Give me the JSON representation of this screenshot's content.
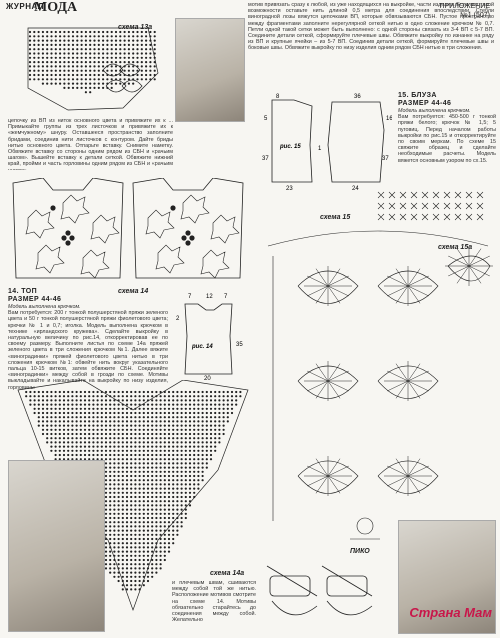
{
  "header": {
    "magazine_prefix": "ЖУРНАЛ",
    "magazine_logo": "МОДА",
    "supplement": "ПРИЛОЖЕНИЕ",
    "issue": "№1 (507)"
  },
  "labels": {
    "scheme_13a": "схема 13а",
    "scheme_14": "схема 14",
    "scheme_14a": "схема 14а",
    "scheme_15": "схема 15",
    "scheme_15a": "схема 15а",
    "fig_14": "рис. 14",
    "fig_15": "рис. 15",
    "piko": "ПИКО"
  },
  "texts": {
    "top_center": "мотив привязать сразу к любой, из уже находящихся на выкройке, части изделия. Если нет такой возможности оставьте нить длиной 0,5 метра для соединения впоследствии. Стебли виноградной лозы вяжутся цепочками ВП, которые обвязываются СБН. Пустое пространство между фрагментами заполните нерегулярной сеткой нитью в одно сложение крючком № 0,7. Петли одной такой сетки может быть выполнено: с одной стороны связать из 3-4 ВП с 5-7 ВП. Соедините детали сеткой, сформируйте плечевые швы. Обвяжите выкройку по изнанке на ряду из ВП и крупные ячейки – из 5-7 ВП. Соединив детали сеткой, формируйте плечевые швы и боковые швы. Обвяжите выкройку по низу изделия одним рядом СБН нитью в три сложения.",
    "left_mid": "цепочку из ВП из ниток основного цвета и привяжите их к ... Примыкайте группы из трех листочков и привяжите их к «жемчужному» шнуру. Оставшееся пространство заполните бридами, соединив нити листочков с контуром. Дайте бриды нитью основного цвета. Отпарьте вставку. Снимите наметку. Обвяжите вставку со стороны одним рядом из СБН и «рачьим шагом». Вышейте вставку к детали сеткой. Обвяжите нижний край, пройми и часть горловины одним рядом из СБН и «рачьим шагом».",
    "sec14_title": "14. ТОП",
    "sec14_size": "РАЗМЕР 44-46",
    "sec14_intro": "Модель выполнена крючком.",
    "sec14_body": "Вам потребуется: 200 г тонкой полушерстяной пряжи зеленого цвета и 50 г тонкой полушерстяной пряжи фиолетового цвета; крючки № 1 и 0,7; иголка. Модель выполнена крючком в технике «ирландского кружева». Сделайте выкройку в натуральную величину по рис.14, откорректировав ее по своему размеру. Выполните листья по схеме 14а пряжей зеленого цвета в три сложения крючком №1. Далее вяжите «виноградинки» пряжей фиолетового цвета нитью в три сложения крючком №1: обвейте нить вокруг указательного пальца 10-15 витков, затем обвяжите СБН. Соединяйте «виноградинки» между собой в грозди по схеме. Мотивы выкладывайте и накалывайте на выкройку по низу изделия, горловины",
    "sec14_bottom": "и плечевым швам, сшиваются между собой той же нитью. Расположение мотивов смотрите на схеме 14. Мотивы обязательно старайтесь до соединения между собой. Желательно",
    "sec15_title": "15. БЛУЗА",
    "sec15_size": "РАЗМЕР 44-46",
    "sec15_intro": "Модель выполнена крючком.",
    "sec15_body": "Вам потребуется: 450-500 г тонкой пряжи белого; крючок № 1,5; 5 пуговиц. Перед началом работы выкройки по рис.15 и откорректируйте по своим меркам. По схеме 15 свяжите образец и сделайте необходимые расчеты. Модель вяжется основным узором по сх.15."
  },
  "dimensions": {
    "fig15_top_left": "8",
    "fig15_top_right": "36",
    "fig15_left_a": "5",
    "fig15_left_b": "37",
    "fig15_right_a": "16",
    "fig15_right_b": "37",
    "fig15_mid": "1",
    "fig15_bottom_left": "23",
    "fig15_bottom_right": "24",
    "fig14_top_a": "7",
    "fig14_top_b": "12",
    "fig14_top_c": "7",
    "fig14_left": "2",
    "fig14_side": "35",
    "fig14_bottom": "20"
  },
  "watermark": "Страна Мам"
}
